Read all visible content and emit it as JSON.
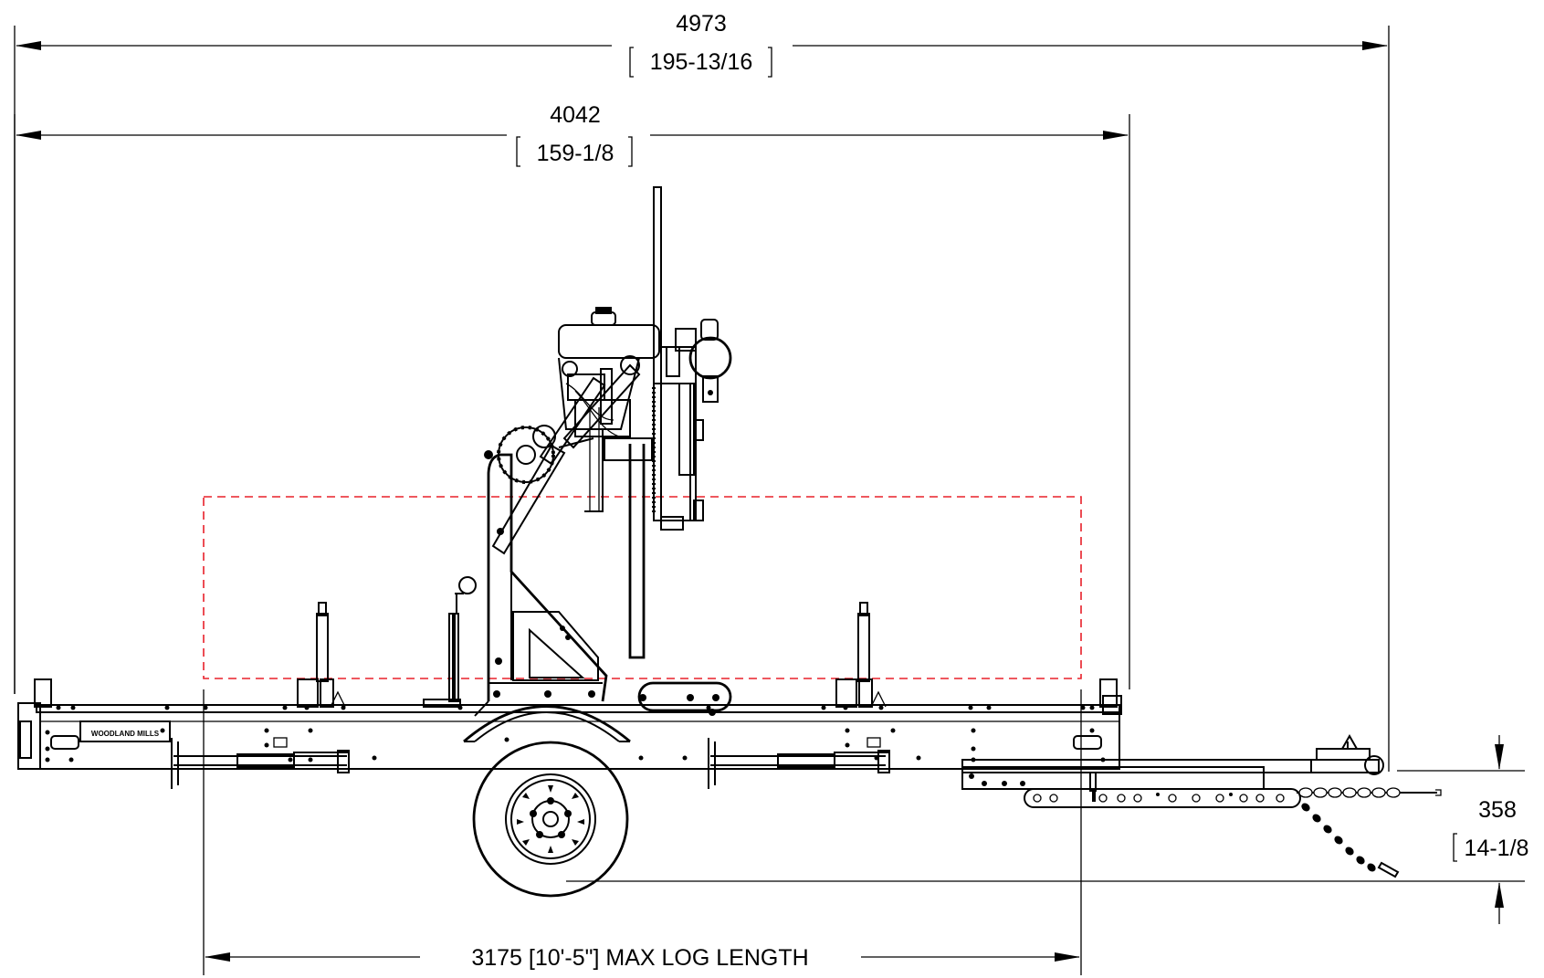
{
  "dimensions": {
    "overall_length": {
      "mm": "4973",
      "inches": "195-13/16"
    },
    "bed_length": {
      "mm": "4042",
      "inches": "159-1/8"
    },
    "max_log_length": {
      "text": "3175 [10'-5\"] MAX LOG LENGTH"
    },
    "ground_clearance": {
      "mm": "358",
      "inches": "14-1/8"
    }
  },
  "brand_plate": {
    "text": "WOODLAND MILLS"
  },
  "colors": {
    "line": "#000000",
    "log_envelope": "#e8202a",
    "background": "#ffffff"
  }
}
